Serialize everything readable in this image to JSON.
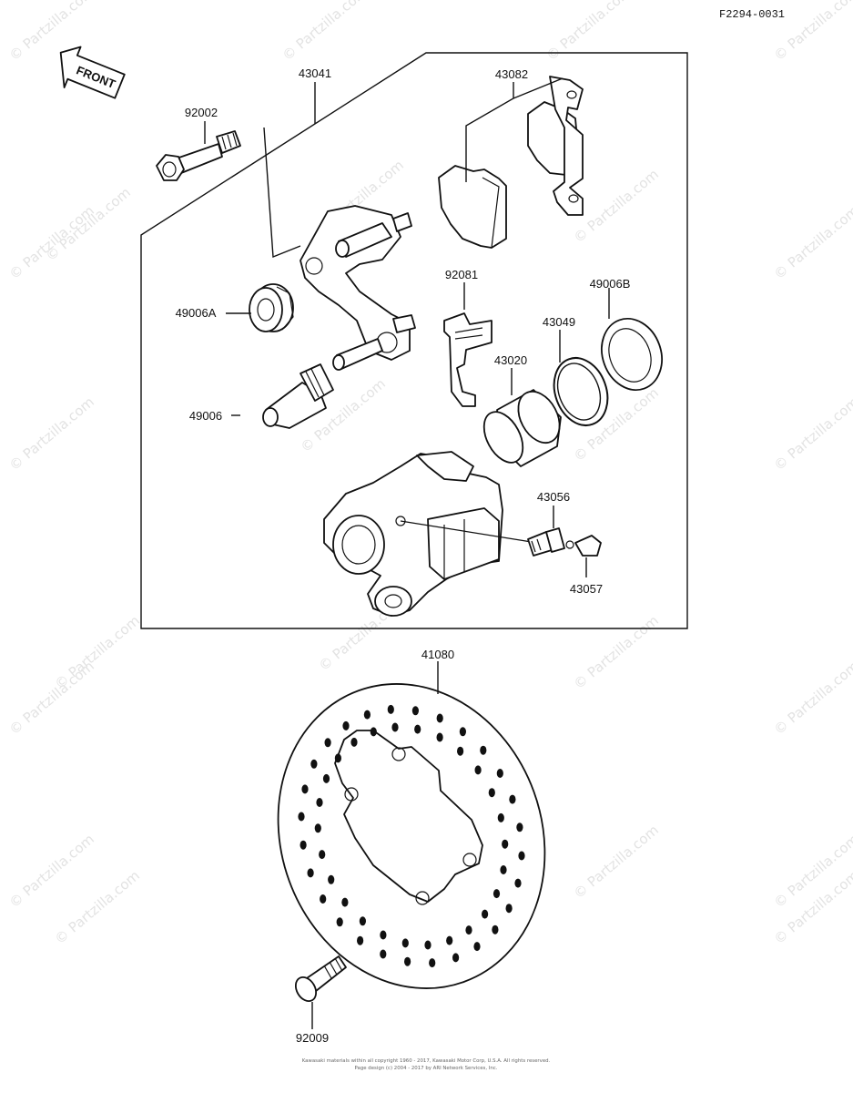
{
  "diagram": {
    "code": "F2294-0031",
    "front_label": "FRONT",
    "watermark": "© Partzilla.com",
    "footer_line1": "Kawasaki materials within all copyright 1960 - 2017, Kawasaki Motor Corp, U.S.A.  All rights reserved.",
    "footer_line2": "Page design (c) 2004 - 2017 by ARI Network Services, Inc."
  },
  "parts": [
    {
      "id": "43041"
    },
    {
      "id": "43082"
    },
    {
      "id": "92002"
    },
    {
      "id": "92081"
    },
    {
      "id": "49006B"
    },
    {
      "id": "49006A"
    },
    {
      "id": "43049"
    },
    {
      "id": "43020"
    },
    {
      "id": "49006"
    },
    {
      "id": "43056"
    },
    {
      "id": "43057"
    },
    {
      "id": "41080"
    },
    {
      "id": "92009"
    }
  ]
}
